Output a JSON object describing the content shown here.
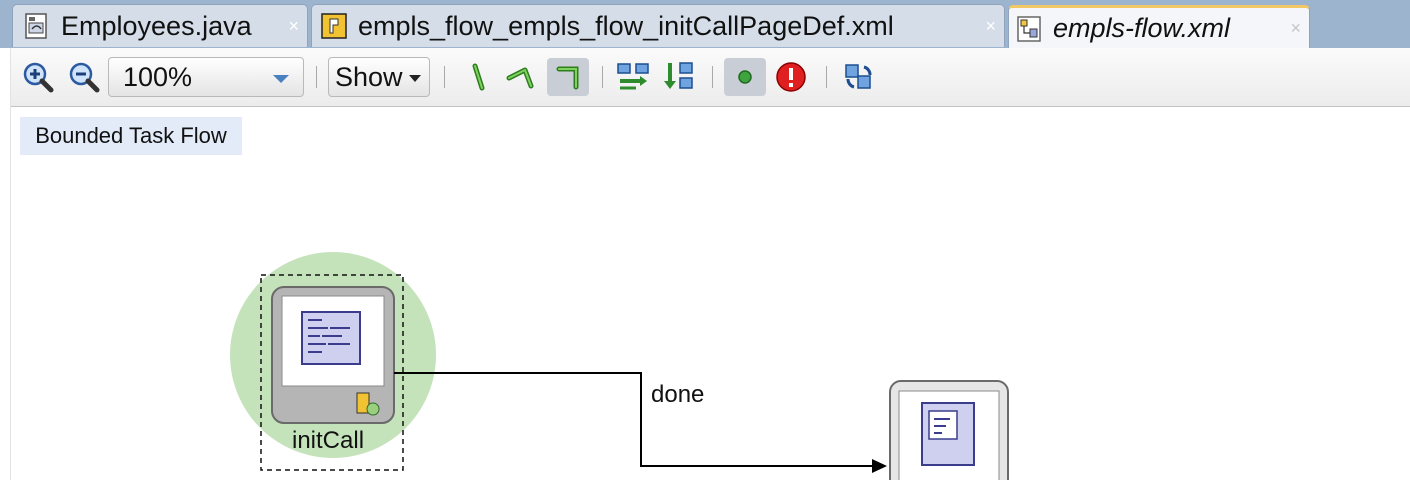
{
  "tabs": [
    {
      "label": "Employees.java",
      "icon": "java-file-icon",
      "active": false
    },
    {
      "label": "empls_flow_empls_flow_initCallPageDef.xml",
      "icon": "page-definition-icon",
      "active": false
    },
    {
      "label": "empls-flow.xml",
      "icon": "task-flow-icon",
      "active": true
    }
  ],
  "tab_close_glyph": "×",
  "toolbar": {
    "zoom_value": "100%",
    "show_label": "Show",
    "icons": [
      "zoom-in-icon",
      "zoom-out-icon",
      "straight-line-icon",
      "polyline-icon",
      "orthogonal-line-icon",
      "hierarchical-layout-icon",
      "vertical-layout-icon",
      "show-activities-icon",
      "show-errors-icon",
      "refresh-icon"
    ]
  },
  "canvas": {
    "badge": "Bounded Task Flow",
    "nodes": [
      {
        "label": "initCall",
        "type": "method-call",
        "default_activity": true,
        "selected": true
      },
      {
        "label": "",
        "type": "view"
      }
    ],
    "edges": [
      {
        "label": "done",
        "from": "initCall",
        "to": "view"
      }
    ]
  },
  "colors": {
    "tab_strip": "#9db4cf",
    "active_tab_accent": "#f2c766",
    "default_activity_halo": "#bfe0b4",
    "badge_background": "#e3ebf9"
  }
}
